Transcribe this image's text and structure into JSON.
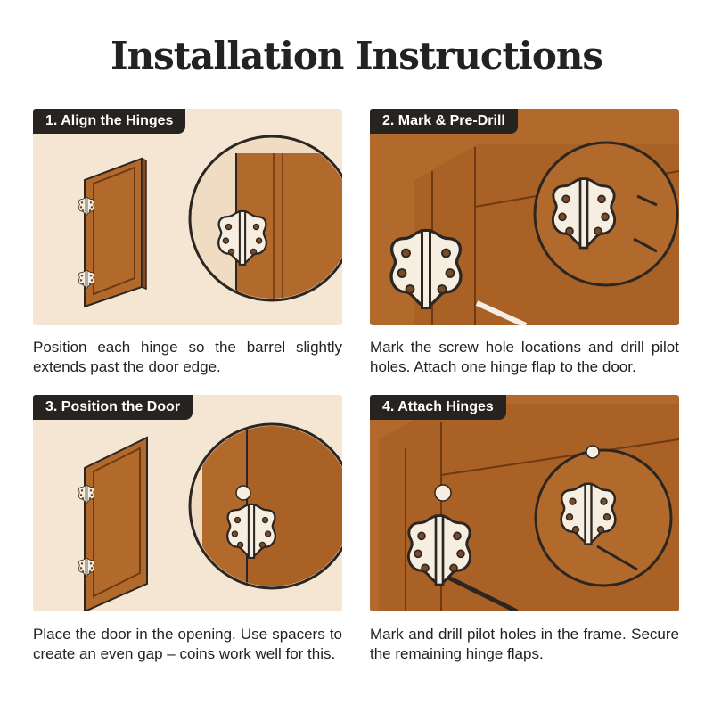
{
  "title": "Installation Instructions",
  "steps": [
    {
      "label": "1. Align the Hinges",
      "caption": "Position each hinge so the barrel slightly extends past the door edge."
    },
    {
      "label": "2. Mark & Pre-Drill",
      "caption": "Mark the screw hole locations and drill pilot holes. Attach one hinge flap to the door."
    },
    {
      "label": "3. Position the Door",
      "caption": "Place the door in the opening. Use spacers to create an even gap – coins work well for this."
    },
    {
      "label": "4. Attach Hinges",
      "caption": "Mark and drill pilot holes in the frame. Secure the remaining hinge flaps."
    }
  ],
  "colors": {
    "wood": "#b26a2c",
    "wood_dark": "#7a4218",
    "cream": "#f4e6d2",
    "label_bg": "#262321",
    "hinge": "#f6eee0"
  }
}
